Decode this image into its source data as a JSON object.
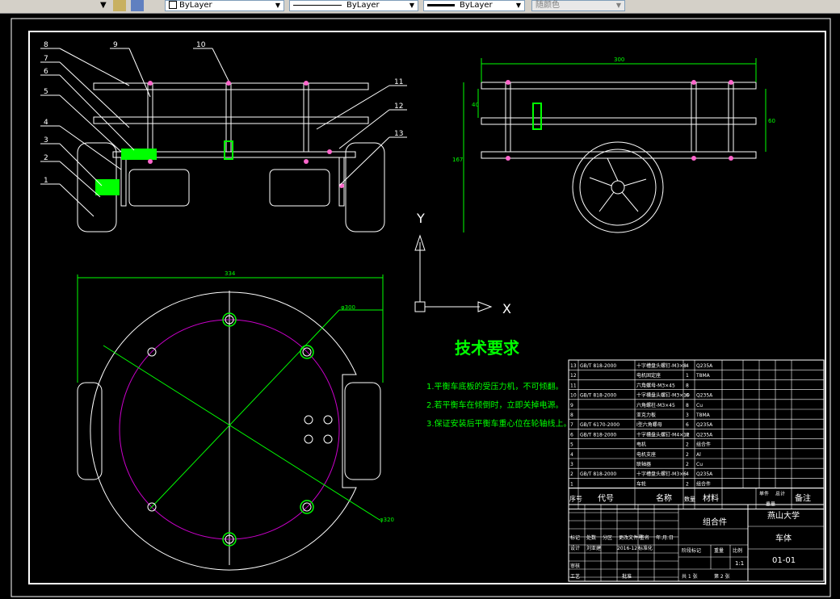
{
  "toolbar": {
    "layer_combo_1": "ByLayer",
    "linetype_combo": "ByLayer",
    "lineweight_combo": "ByLayer",
    "plotstyle_combo": "随颜色"
  },
  "drawing": {
    "tech_title": "技术要求",
    "tech_notes": [
      "1.平衡车底板的受压力机，不可倾翻。",
      "2.若平衡车在倾倒时，立即关掉电源。",
      "3.保证安装后平衡车重心位在轮轴线上。"
    ],
    "balloons": [
      "8",
      "7",
      "6",
      "5",
      "4",
      "3",
      "2",
      "1",
      "9",
      "10",
      "11",
      "12",
      "13"
    ],
    "dims": {
      "top_width": "300",
      "side_h1": "40",
      "side_h2": "60",
      "side_h3": "167",
      "plan_width": "334",
      "dia1": "φ300",
      "dia2": "φ320"
    },
    "axis_x": "X",
    "axis_y": "Y"
  },
  "bom": {
    "rows": [
      {
        "no": "13",
        "code": "GB/T 818-2000",
        "name": "十字槽盘头螺钉-M3×8",
        "qty": "4",
        "mat": "Q235A"
      },
      {
        "no": "12",
        "code": "",
        "name": "电机固定座",
        "qty": "1",
        "mat": "T8MA"
      },
      {
        "no": "11",
        "code": "",
        "name": "六角螺母-M3×45",
        "qty": "8",
        "mat": ""
      },
      {
        "no": "10",
        "code": "GB/T 818-2000",
        "name": "十字槽盘头螺钉-M3×10",
        "qty": "6",
        "mat": "Q235A"
      },
      {
        "no": "9",
        "code": "",
        "name": "六角螺柱-M3×45",
        "qty": "8",
        "mat": "Cu"
      },
      {
        "no": "8",
        "code": "",
        "name": "亚克力板",
        "qty": "3",
        "mat": "T8MA"
      },
      {
        "no": "7",
        "code": "GB/T 6170-2000",
        "name": "I型六角螺母",
        "qty": "6",
        "mat": "Q235A"
      },
      {
        "no": "6",
        "code": "GB/T 818-2000",
        "name": "十字槽盘头螺钉-M4×12",
        "qty": "8",
        "mat": "Q235A"
      },
      {
        "no": "5",
        "code": "",
        "name": "电机",
        "qty": "2",
        "mat": "组合件"
      },
      {
        "no": "4",
        "code": "",
        "name": "电机支座",
        "qty": "2",
        "mat": "Al"
      },
      {
        "no": "3",
        "code": "",
        "name": "联轴器",
        "qty": "2",
        "mat": "Cu"
      },
      {
        "no": "2",
        "code": "GB/T 818-2000",
        "name": "十字槽盘头螺钉-M3×6",
        "qty": "4",
        "mat": "Q235A"
      },
      {
        "no": "1",
        "code": "",
        "name": "车轮",
        "qty": "2",
        "mat": "组合件"
      }
    ],
    "header": {
      "no": "序号",
      "code": "代号",
      "name": "名称",
      "qty": "数量",
      "mat": "材料",
      "unit_weight": "单件",
      "total_weight": "总计",
      "weight": "重量",
      "remark": "备注"
    }
  },
  "title_block": {
    "assembly": "组合件",
    "school": "燕山大学",
    "part_name": "车体",
    "drawing_no": "01-01",
    "scale": "1:1",
    "labels": {
      "mark": "标记",
      "count": "处数",
      "zone": "分区",
      "change_doc": "更改文件号",
      "sign": "签名",
      "date": "年.月.日",
      "design": "设计",
      "designer": "刘亚建",
      "design_date": "2016-12",
      "std": "标准化",
      "stage_mark": "阶段标记",
      "weight": "重量",
      "ratio": "比例",
      "check": "审核",
      "process": "工艺",
      "approve": "批准",
      "sheets": "共 1 张",
      "sheet": "第 2 张"
    }
  }
}
